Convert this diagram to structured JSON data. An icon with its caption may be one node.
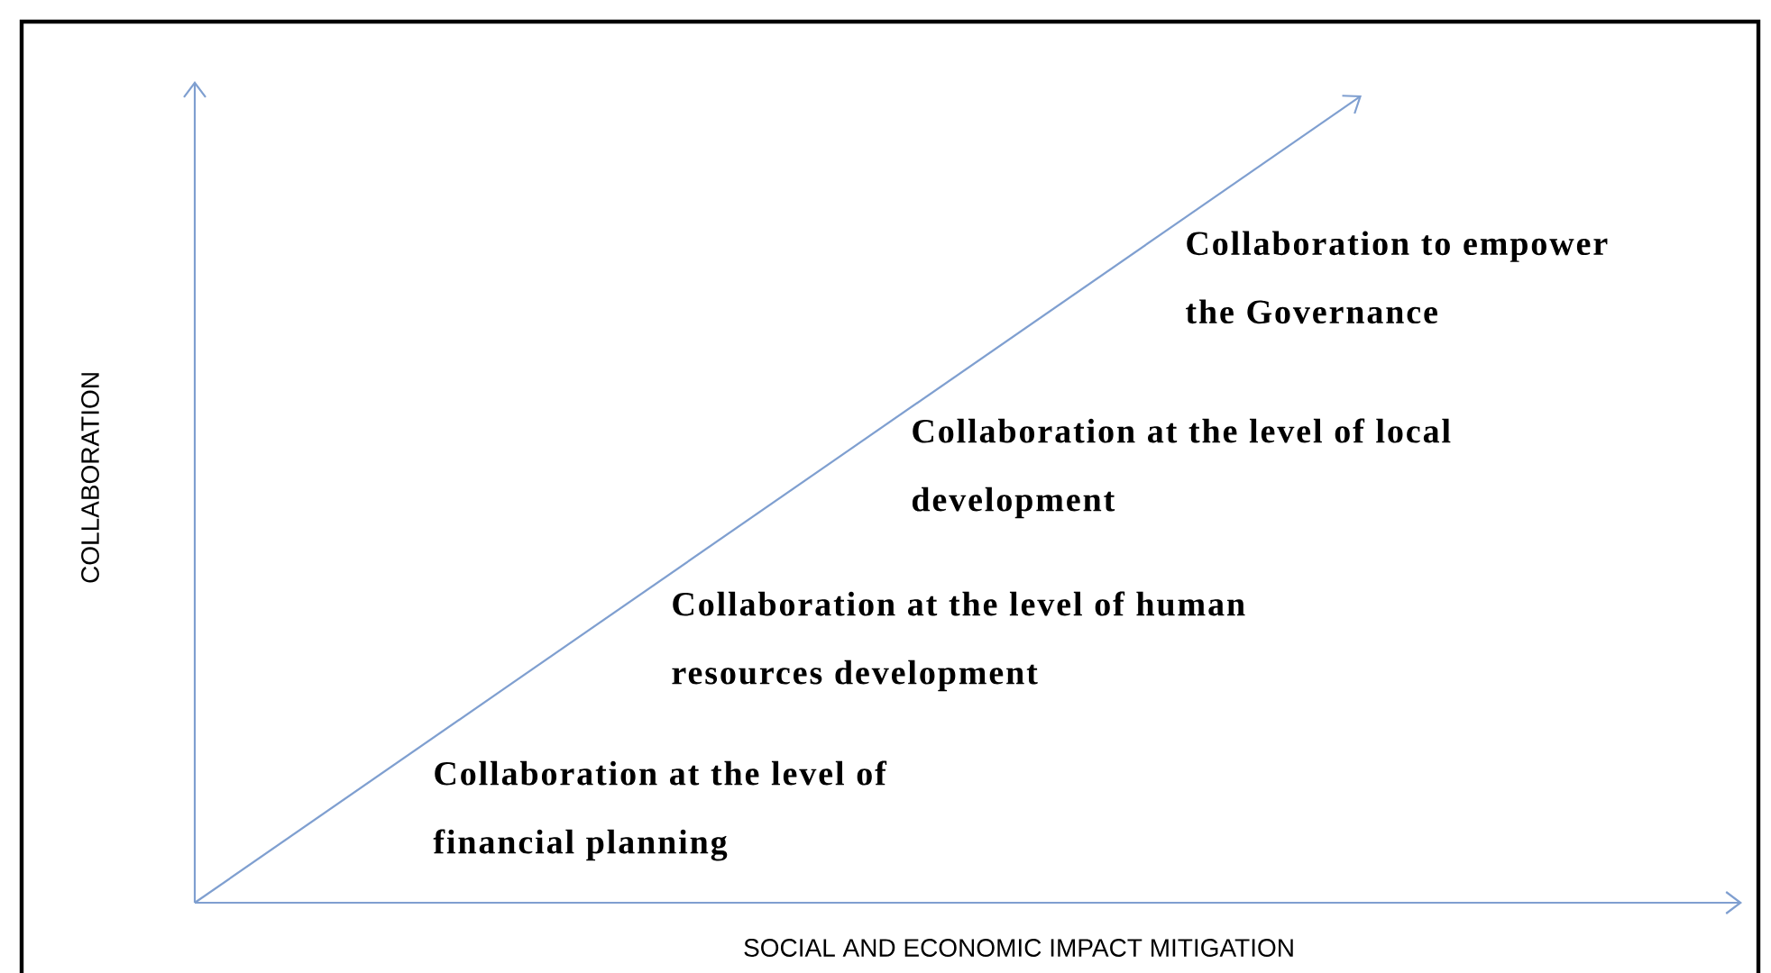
{
  "diagram": {
    "labels": [
      "Collaboration to empower the Governance",
      "Collaboration at the level of local development",
      "Collaboration at the level of human resources development",
      "Collaboration at the level of financial planning",
      "COLLABORATION",
      "SOCIAL AND ECONOMIC IMPACT MITIGATION"
    ]
  }
}
